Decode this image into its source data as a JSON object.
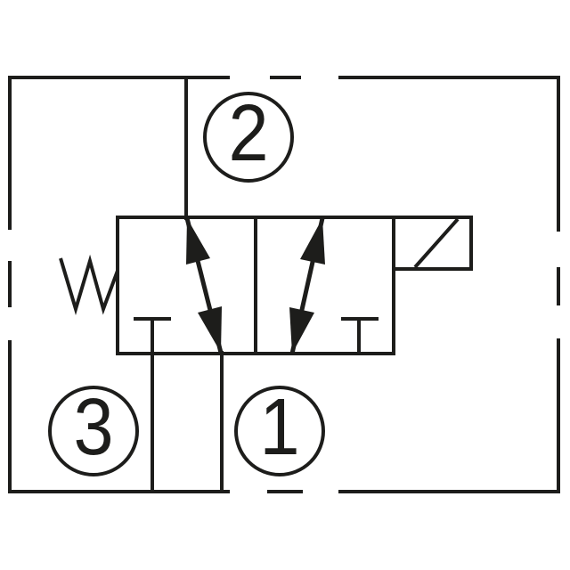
{
  "colors": {
    "line": "#1d1d1b",
    "background": "#ffffff"
  },
  "ports": {
    "top": {
      "label": "2"
    },
    "bottom_left": {
      "label": "3"
    },
    "bottom_right": {
      "label": "1"
    }
  }
}
